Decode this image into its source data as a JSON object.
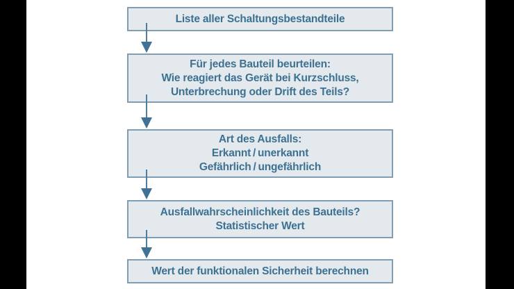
{
  "diagram": {
    "title_hint": "Funktionale Sicherheit Flussdiagramm",
    "connector_icon": "arrow-down-icon",
    "steps": [
      {
        "lines": [
          "Liste aller Schaltungsbestandteile"
        ]
      },
      {
        "lines": [
          "Für jedes Bauteil beurteilen:",
          "Wie reagiert das Gerät bei Kurzschluss,",
          "Unterbrechung oder Drift des Teils?"
        ]
      },
      {
        "lines": [
          "Art des Ausfalls:",
          "Erkannt / unerkannt",
          "Gefährlich / ungefährlich"
        ]
      },
      {
        "lines": [
          "Ausfallwahrscheinlichkeit des Bauteils?",
          "Statistischer Wert"
        ]
      },
      {
        "lines": [
          "Wert der funktionalen Sicherheit berechnen"
        ]
      }
    ]
  },
  "colors": {
    "box_fill": "#e4e9ed",
    "box_border": "#7f9eb4",
    "text_color": "#3d7192",
    "arrow_color": "#4e7d9f",
    "arrow_head_color": "#3f7294",
    "letterbox": "#000000"
  }
}
